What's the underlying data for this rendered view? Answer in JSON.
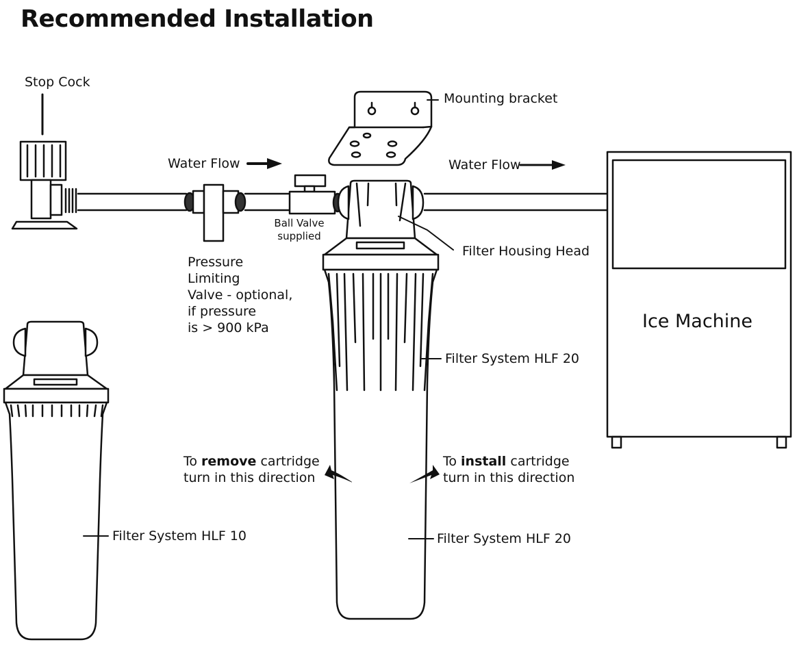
{
  "title": "Recommended Installation",
  "labels": {
    "stop_cock": "Stop Cock",
    "mounting_bracket": "Mounting bracket",
    "water_flow_left": "Water Flow",
    "water_flow_right": "Water Flow",
    "ball_valve_line1": "Ball Valve",
    "ball_valve_line2": "supplied",
    "filter_housing_head": "Filter Housing Head",
    "ice_machine": "Ice Machine",
    "pressure_valve_lines": [
      "Pressure",
      "Limiting",
      "Valve - optional,",
      "if pressure",
      "is > 900 kPa"
    ],
    "filter_hlf20_upper": "Filter System HLF 20",
    "filter_hlf20_lower": "Filter System HLF 20",
    "filter_hlf10": "Filter System HLF 10",
    "remove": {
      "pre": "To ",
      "bold": "remove",
      "post": " cartridge",
      "line2": "turn in this direction"
    },
    "install": {
      "pre": "To ",
      "bold": "install",
      "post": " cartridge",
      "line2": "turn in this direction"
    }
  }
}
